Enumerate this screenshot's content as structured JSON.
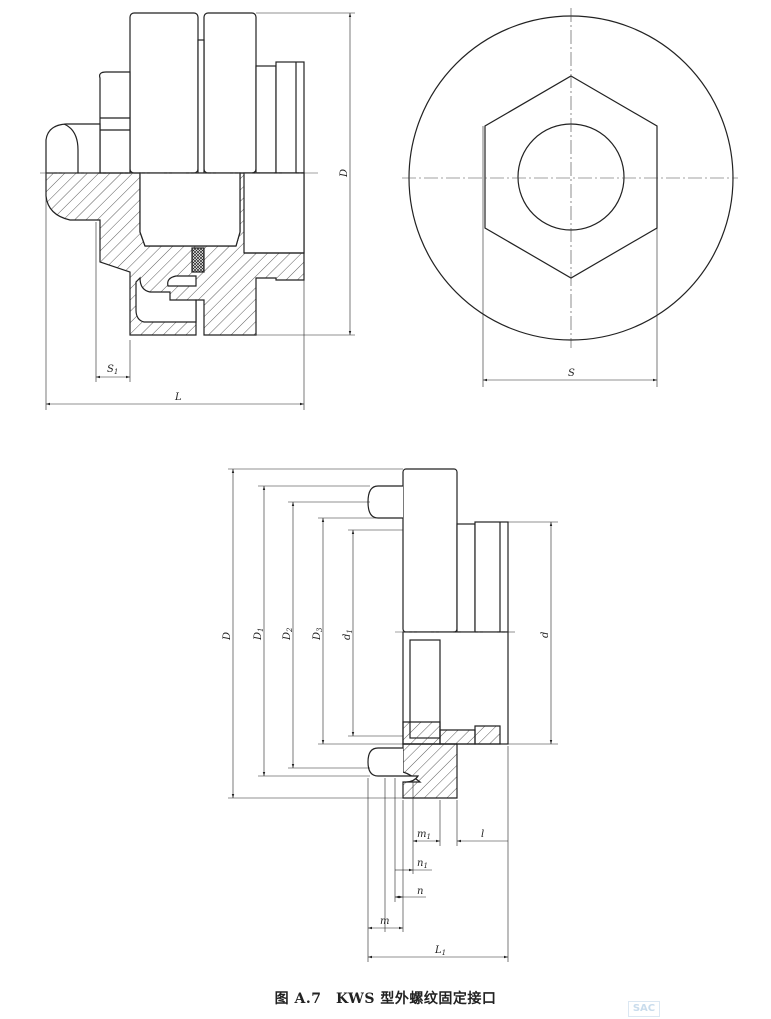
{
  "figure": {
    "caption": "图 A.7　KWS 型外螺纹固定接口",
    "logo_text": "SAC"
  },
  "labels": {
    "top_view": {
      "D": "D",
      "S1": "S",
      "S1_sub": "1",
      "L": "L",
      "S": "S"
    },
    "bottom_view": {
      "D": "D",
      "D1": "D",
      "D1_sub": "1",
      "D2": "D",
      "D2_sub": "2",
      "D3": "D",
      "D3_sub": "3",
      "d1": "d",
      "d1_sub": "1",
      "d": "d",
      "m1": "m",
      "m1_sub": "1",
      "l": "l",
      "n1": "n",
      "n1_sub": "1",
      "n": "n",
      "m": "m",
      "L1": "L",
      "L1_sub": "1"
    }
  }
}
